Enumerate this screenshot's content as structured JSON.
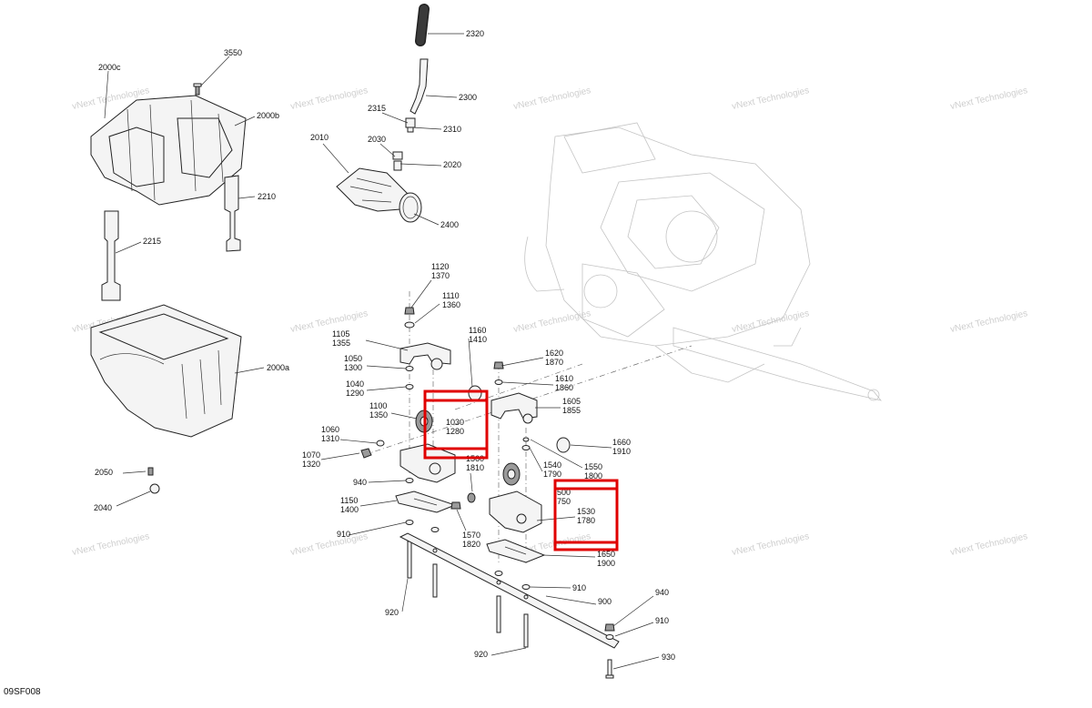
{
  "diagram": {
    "code": "09SF008",
    "watermark": "vNext Technologies",
    "labels": {
      "l2320": "2320",
      "l2300": "2300",
      "l2315": "2315",
      "l2310": "2310",
      "l2030": "2030",
      "l2020": "2020",
      "l2010": "2010",
      "l2400": "2400",
      "l2000c": "2000c",
      "l3550": "3550",
      "l2000b": "2000b",
      "l2210": "2210",
      "l2215": "2215",
      "l2000a": "2000a",
      "l2050": "2050",
      "l2040": "2040",
      "l1120": "1120",
      "l1370": "1370",
      "l1110": "1110",
      "l1360": "1360",
      "l1105": "1105",
      "l1355": "1355",
      "l1160": "1160",
      "l1410": "1410",
      "l1050": "1050",
      "l1300": "1300",
      "l1040": "1040",
      "l1290": "1290",
      "l1100": "1100",
      "l1350": "1350",
      "l1030": "1030",
      "l1280": "1280",
      "l1060": "1060",
      "l1310": "1310",
      "l1070": "1070",
      "l1320": "1320",
      "l1560": "1560",
      "l1810": "1810",
      "l940a": "940",
      "l1150": "1150",
      "l1400": "1400",
      "l910a": "910",
      "l1570": "1570",
      "l1820": "1820",
      "l920a": "920",
      "l1620": "1620",
      "l1870": "1870",
      "l1610": "1610",
      "l1860": "1860",
      "l1605": "1605",
      "l1855": "1855",
      "l1660": "1660",
      "l1910": "1910",
      "l1540": "1540",
      "l1790": "1790",
      "l1550": "1550",
      "l1800": "1800",
      "l1500": "500",
      "l1750": "750",
      "l1530": "1530",
      "l1780": "1780",
      "l1650": "1650",
      "l1900": "1900",
      "l910b": "910",
      "l900": "900",
      "l940b": "940",
      "l910c": "910",
      "l920b": "920",
      "l930": "930"
    }
  }
}
